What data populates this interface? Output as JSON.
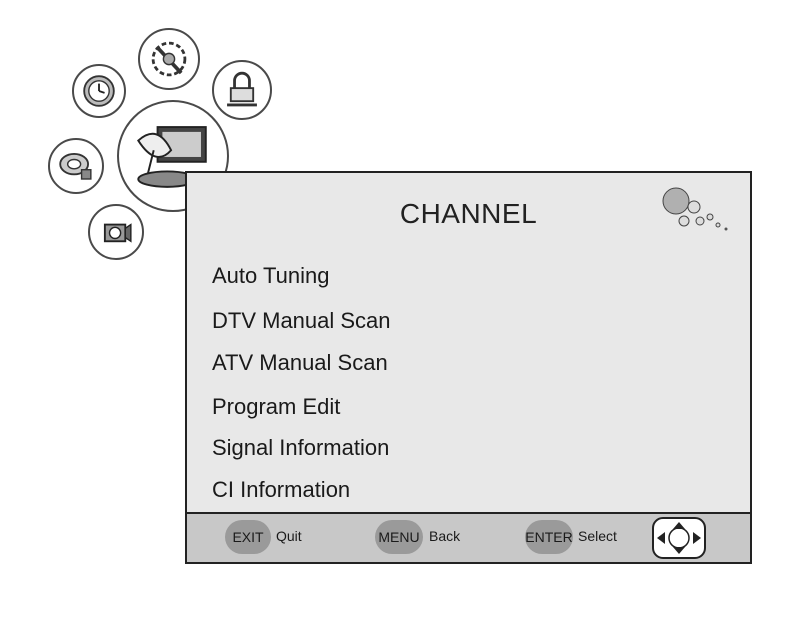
{
  "menu": {
    "title": "CHANNEL",
    "items": [
      {
        "label": "Auto Tuning"
      },
      {
        "label": "DTV Manual Scan"
      },
      {
        "label": "ATV Manual Scan"
      },
      {
        "label": "Program Edit"
      },
      {
        "label": "Signal Information"
      },
      {
        "label": "CI Information"
      }
    ]
  },
  "footer": {
    "keys": [
      {
        "key": "EXIT",
        "action": "Quit"
      },
      {
        "key": "MENU",
        "action": "Back"
      },
      {
        "key": "ENTER",
        "action": "Select"
      }
    ],
    "navigation_icon": "dpad-icon"
  },
  "icons": [
    {
      "name": "clock-icon"
    },
    {
      "name": "tools-icon"
    },
    {
      "name": "lock-icon"
    },
    {
      "name": "channel-satellite-icon",
      "selected": true
    },
    {
      "name": "media-disc-icon"
    },
    {
      "name": "camera-icon"
    }
  ],
  "colors": {
    "panel_bg": "#e8e8e8",
    "footer_bg": "#c8c8c8",
    "key_bg": "#9a9a9a",
    "text": "#1a1a1a"
  }
}
